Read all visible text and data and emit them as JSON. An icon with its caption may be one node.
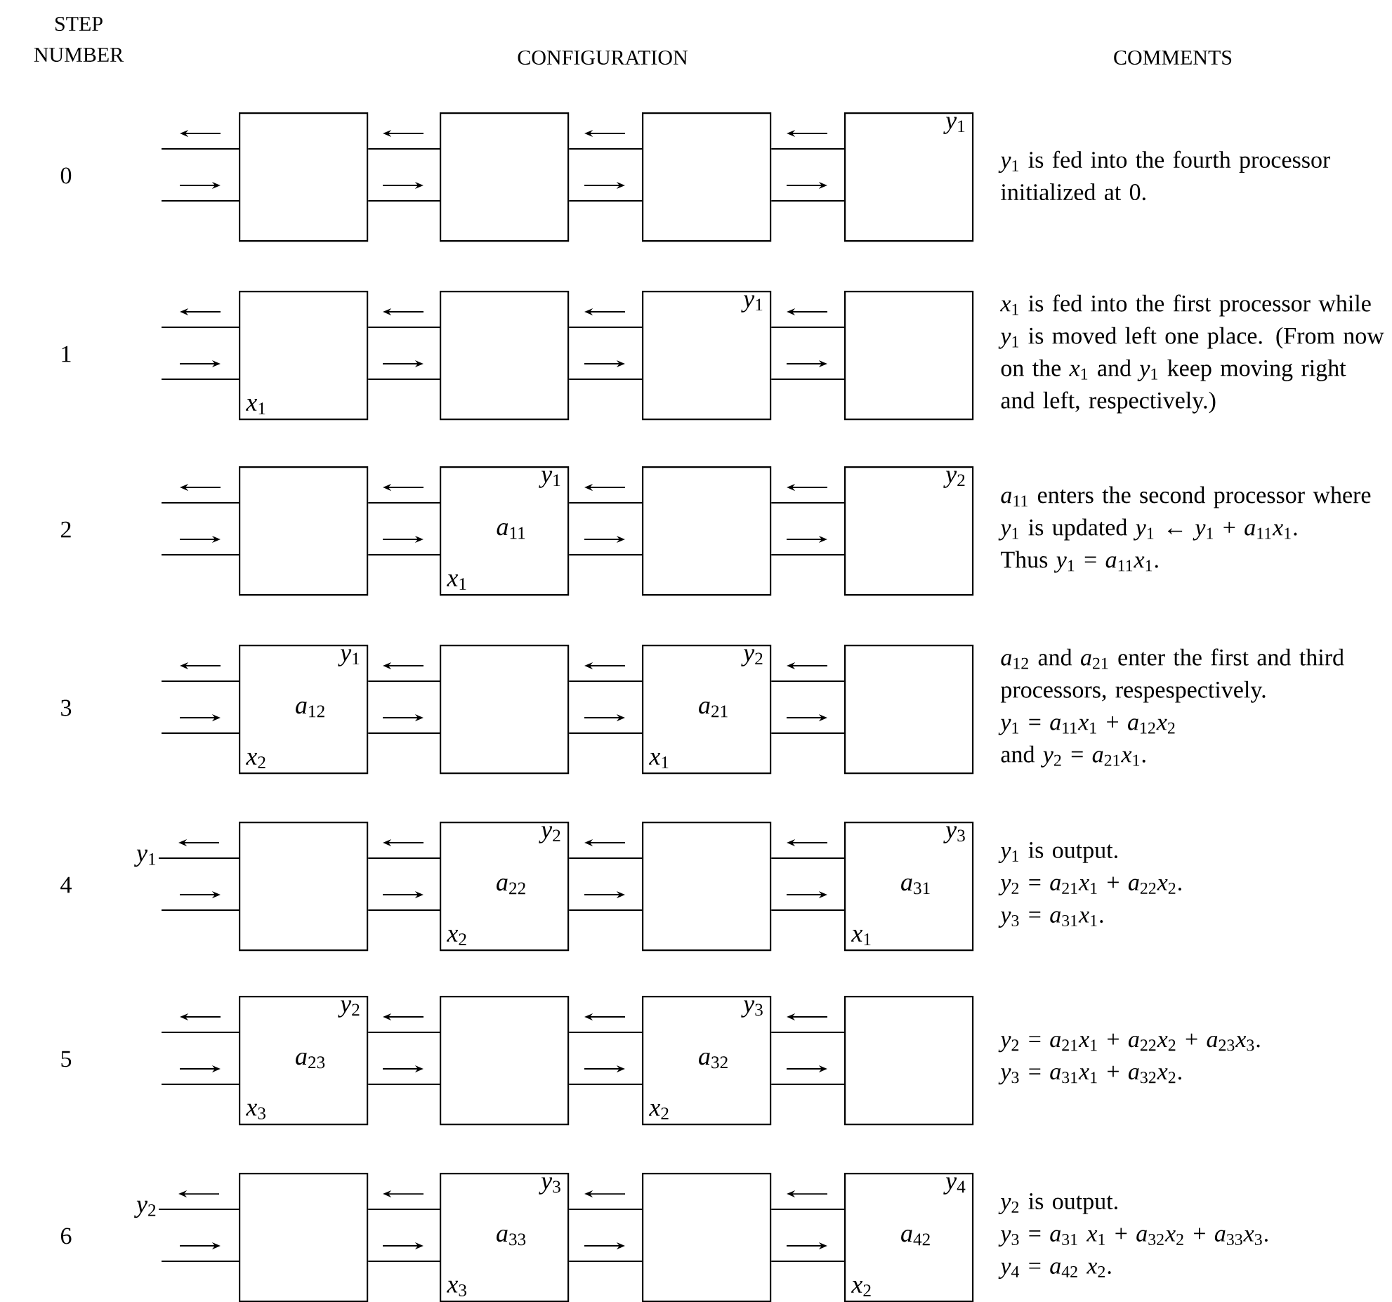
{
  "diagram": {
    "nodes": [
      {
        "text": [],
        "shape": "box"
      },
      {
        "text": [],
        "shape": "box"
      },
      {
        "text": [],
        "shape": "box"
      },
      {
        "text": [
          "*y*$_{1}$"
        ]
      },
      {
        "text": [
          "*x*$_{1}$"
        ]
      },
      {
        "text": [],
        "shape": "box"
      },
      {
        "text": [
          "*y*$_{1}$"
        ]
      },
      {
        "text": [],
        "shape": "box"
      },
      {
        "text": [],
        "shape": "box"
      },
      {
        "text": [
          "*y*$_{1}$",
          "*a*$_{11}$",
          "*x*$_{1}$"
        ]
      },
      {
        "text": [],
        "shape": "box"
      },
      {
        "text": [
          "*y*$_{2}$"
        ]
      },
      {
        "text": [
          "*y*$_{1}$",
          "*a*$_{12}$",
          "*x*$_{2}$"
        ]
      },
      {
        "text": [],
        "shape": "box"
      },
      {
        "text": [
          "*y*$_{2}$",
          "*a*$_{21}$",
          "*x*$_{1}$"
        ]
      },
      {
        "text": [],
        "shape": "box"
      },
      {
        "text": [
          "*y*$_{1}$"
        ]
      },
      {
        "text": [],
        "shape": "box"
      },
      {
        "text": [
          "*y*$_{2}$",
          "*a*$_{22}$",
          "*x*$_{2}$"
        ]
      },
      {
        "text": [],
        "shape": "box"
      },
      {
        "text": [
          "*y*$_{3}$",
          "*a*$_{31}$",
          "*x*$_{1}$"
        ]
      },
      {
        "text": [
          "*y*$_{2}$",
          "*a*$_{23}$",
          "*x*$_{3}$"
        ]
      },
      {
        "text": [],
        "shape": "box"
      },
      {
        "text": [
          "*y*$_{3}$",
          "*a*$_{32}$",
          "*x*$_{2}$"
        ]
      },
      {
        "text": [],
        "shape": "box"
      },
      {
        "text": [
          "*y*$_{2}$"
        ]
      },
      {
        "text": [],
        "shape": "box"
      },
      {
        "text": [
          "*y*$_{3}$",
          "*a*$_{33}$",
          "*x*$_{3}$"
        ]
      },
      {
        "text": [],
        "shape": "box"
      },
      {
        "text": [
          "*y*$_{4}$",
          "*a*$_{42}$",
          "*x*$_{2}$"
        ]
      }
    ],
    "edges": [
      {
        "from": 0,
        "to": null,
        "arrow": "none"
      },
      {
        "from": null,
        "to": 0,
        "arrow": "none"
      },
      {
        "from": 1,
        "to": 0,
        "arrow": "none"
      },
      {
        "from": 0,
        "to": 1,
        "arrow": "none"
      },
      {
        "from": 2,
        "to": 1,
        "arrow": "none"
      },
      {
        "from": 1,
        "to": 2,
        "arrow": "none"
      },
      {
        "from": 3,
        "to": 2,
        "arrow": "none"
      },
      {
        "from": 2,
        "to": 3,
        "arrow": "none"
      },
      {
        "from": 4,
        "to": null,
        "arrow": "none"
      },
      {
        "from": null,
        "to": 4,
        "arrow": "none"
      },
      {
        "from": 5,
        "to": 4,
        "arrow": "none"
      },
      {
        "from": 4,
        "to": 5,
        "arrow": "none"
      },
      {
        "from": 6,
        "to": 5,
        "arrow": "none"
      },
      {
        "from": 5,
        "to": 6,
        "arrow": "none"
      },
      {
        "from": 7,
        "to": 6,
        "arrow": "none"
      },
      {
        "from": 6,
        "to": 7,
        "arrow": "none"
      },
      {
        "from": 8,
        "to": null,
        "arrow": "none"
      },
      {
        "from": null,
        "to": 8,
        "arrow": "none"
      },
      {
        "from": 9,
        "to": 8,
        "arrow": "none"
      },
      {
        "from": 8,
        "to": 9,
        "arrow": "none"
      },
      {
        "from": 10,
        "to": 9,
        "arrow": "none"
      },
      {
        "from": 9,
        "to": 10,
        "arrow": "none"
      },
      {
        "from": 11,
        "to": 10,
        "arrow": "none"
      },
      {
        "from": 10,
        "to": 11,
        "arrow": "none"
      },
      {
        "from": 12,
        "to": null,
        "arrow": "none"
      },
      {
        "from": null,
        "to": 12,
        "arrow": "none"
      },
      {
        "from": 13,
        "to": 12,
        "arrow": "none"
      },
      {
        "from": 12,
        "to": 13,
        "arrow": "none"
      },
      {
        "from": 14,
        "to": 13,
        "arrow": "none"
      },
      {
        "from": 13,
        "to": 14,
        "arrow": "none"
      },
      {
        "from": 15,
        "to": 14,
        "arrow": "none"
      },
      {
        "from": 14,
        "to": 15,
        "arrow": "none"
      },
      {
        "from": 17,
        "to": 16,
        "arrow": "none"
      },
      {
        "from": null,
        "to": 17,
        "arrow": "none"
      },
      {
        "from": 18,
        "to": 17,
        "arrow": "none"
      },
      {
        "from": 17,
        "to": 18,
        "arrow": "none"
      },
      {
        "from": 19,
        "to": 18,
        "arrow": "none"
      },
      {
        "from": 18,
        "to": 19,
        "arrow": "none"
      },
      {
        "from": 20,
        "to": 19,
        "arrow": "none"
      },
      {
        "from": 19,
        "to": 20,
        "arrow": "none"
      },
      {
        "from": 21,
        "to": null,
        "arrow": "none"
      },
      {
        "from": null,
        "to": 21,
        "arrow": "none"
      },
      {
        "from": 22,
        "to": 21,
        "arrow": "none"
      },
      {
        "from": 21,
        "to": 22,
        "arrow": "none"
      },
      {
        "from": 23,
        "to": 22,
        "arrow": "none"
      },
      {
        "from": 22,
        "to": 23,
        "arrow": "none"
      },
      {
        "from": 24,
        "to": 23,
        "arrow": "none"
      },
      {
        "from": 23,
        "to": 24,
        "arrow": "none"
      },
      {
        "from": 26,
        "to": 25,
        "arrow": "none"
      },
      {
        "from": null,
        "to": 26,
        "arrow": "none"
      },
      {
        "from": 27,
        "to": 26,
        "arrow": "none"
      },
      {
        "from": 26,
        "to": 27,
        "arrow": "none"
      },
      {
        "from": 28,
        "to": 27,
        "arrow": "none"
      },
      {
        "from": 27,
        "to": 28,
        "arrow": "none"
      },
      {
        "from": 29,
        "to": 28,
        "arrow": "none"
      },
      {
        "from": 28,
        "to": 29,
        "arrow": "none"
      }
    ],
    "labels": [
      "STEP NUMBER",
      "CONFIGURATION",
      "COMMENTS",
      "0",
      "*y*$_{1}$ is fed into the fourth processor initialized at 0.",
      "1",
      "*x*$_{1}$ is fed into the first processor while *y*$_{1}$ is moved left one place. (From now on the *x*$_{1}$ and *y*$_{1}$ keep moving right and left, respectively.)",
      "2",
      "*a*$_{11}$ enters the second processor where *y*$_{1}$ is updated *y*$_{1}$ ← *y*$_{1}$ + *a*$_{11}$*x*$_{1}$.",
      "Thus *y*$_{1}$ = *a*$_{11}$*x*$_{1}$.",
      "3",
      "*a*$_{12}$ and *a*$_{21}$ enter the first and third processors, respespectively.",
      "*y*$_{1}$ = *a*$_{11}$*x*$_{1}$ + *a*$_{12}$*x*$_{2}$",
      "and *y*$_{2}$ = *a*$_{21}$*x*$_{1}$.",
      "4",
      "*y*$_{1}$ is output.",
      "*y*$_{2}$ = *a*$_{21}$*x*$_{1}$ + *a*$_{22}$*x*$_{2}$.",
      "*y*$_{3}$ = *a*$_{31}$*x*$_{1}$.",
      "5",
      "*y*$_{2}$ = *a*$_{21}$*x*$_{1}$ + *a*$_{22}$*x*$_{2}$ + *a*$_{23}$*x*$_{3}$.",
      "*y*$_{3}$ = *a*$_{31}$*x*$_{1}$ + *a*$_{32}$*x*$_{2}$.",
      "6",
      "*y*$_{2}$ is output.",
      "*y*$_{3}$ = *a*$_{31}$ *x*$_{1}$ + *a*$_{32}$*x*$_{2}$ + *a*$_{33}$*x*$_{3}$.",
      "*y*$_{4}$ = *a*$_{42}$ *x*$_{2}$."
    ]
  }
}
